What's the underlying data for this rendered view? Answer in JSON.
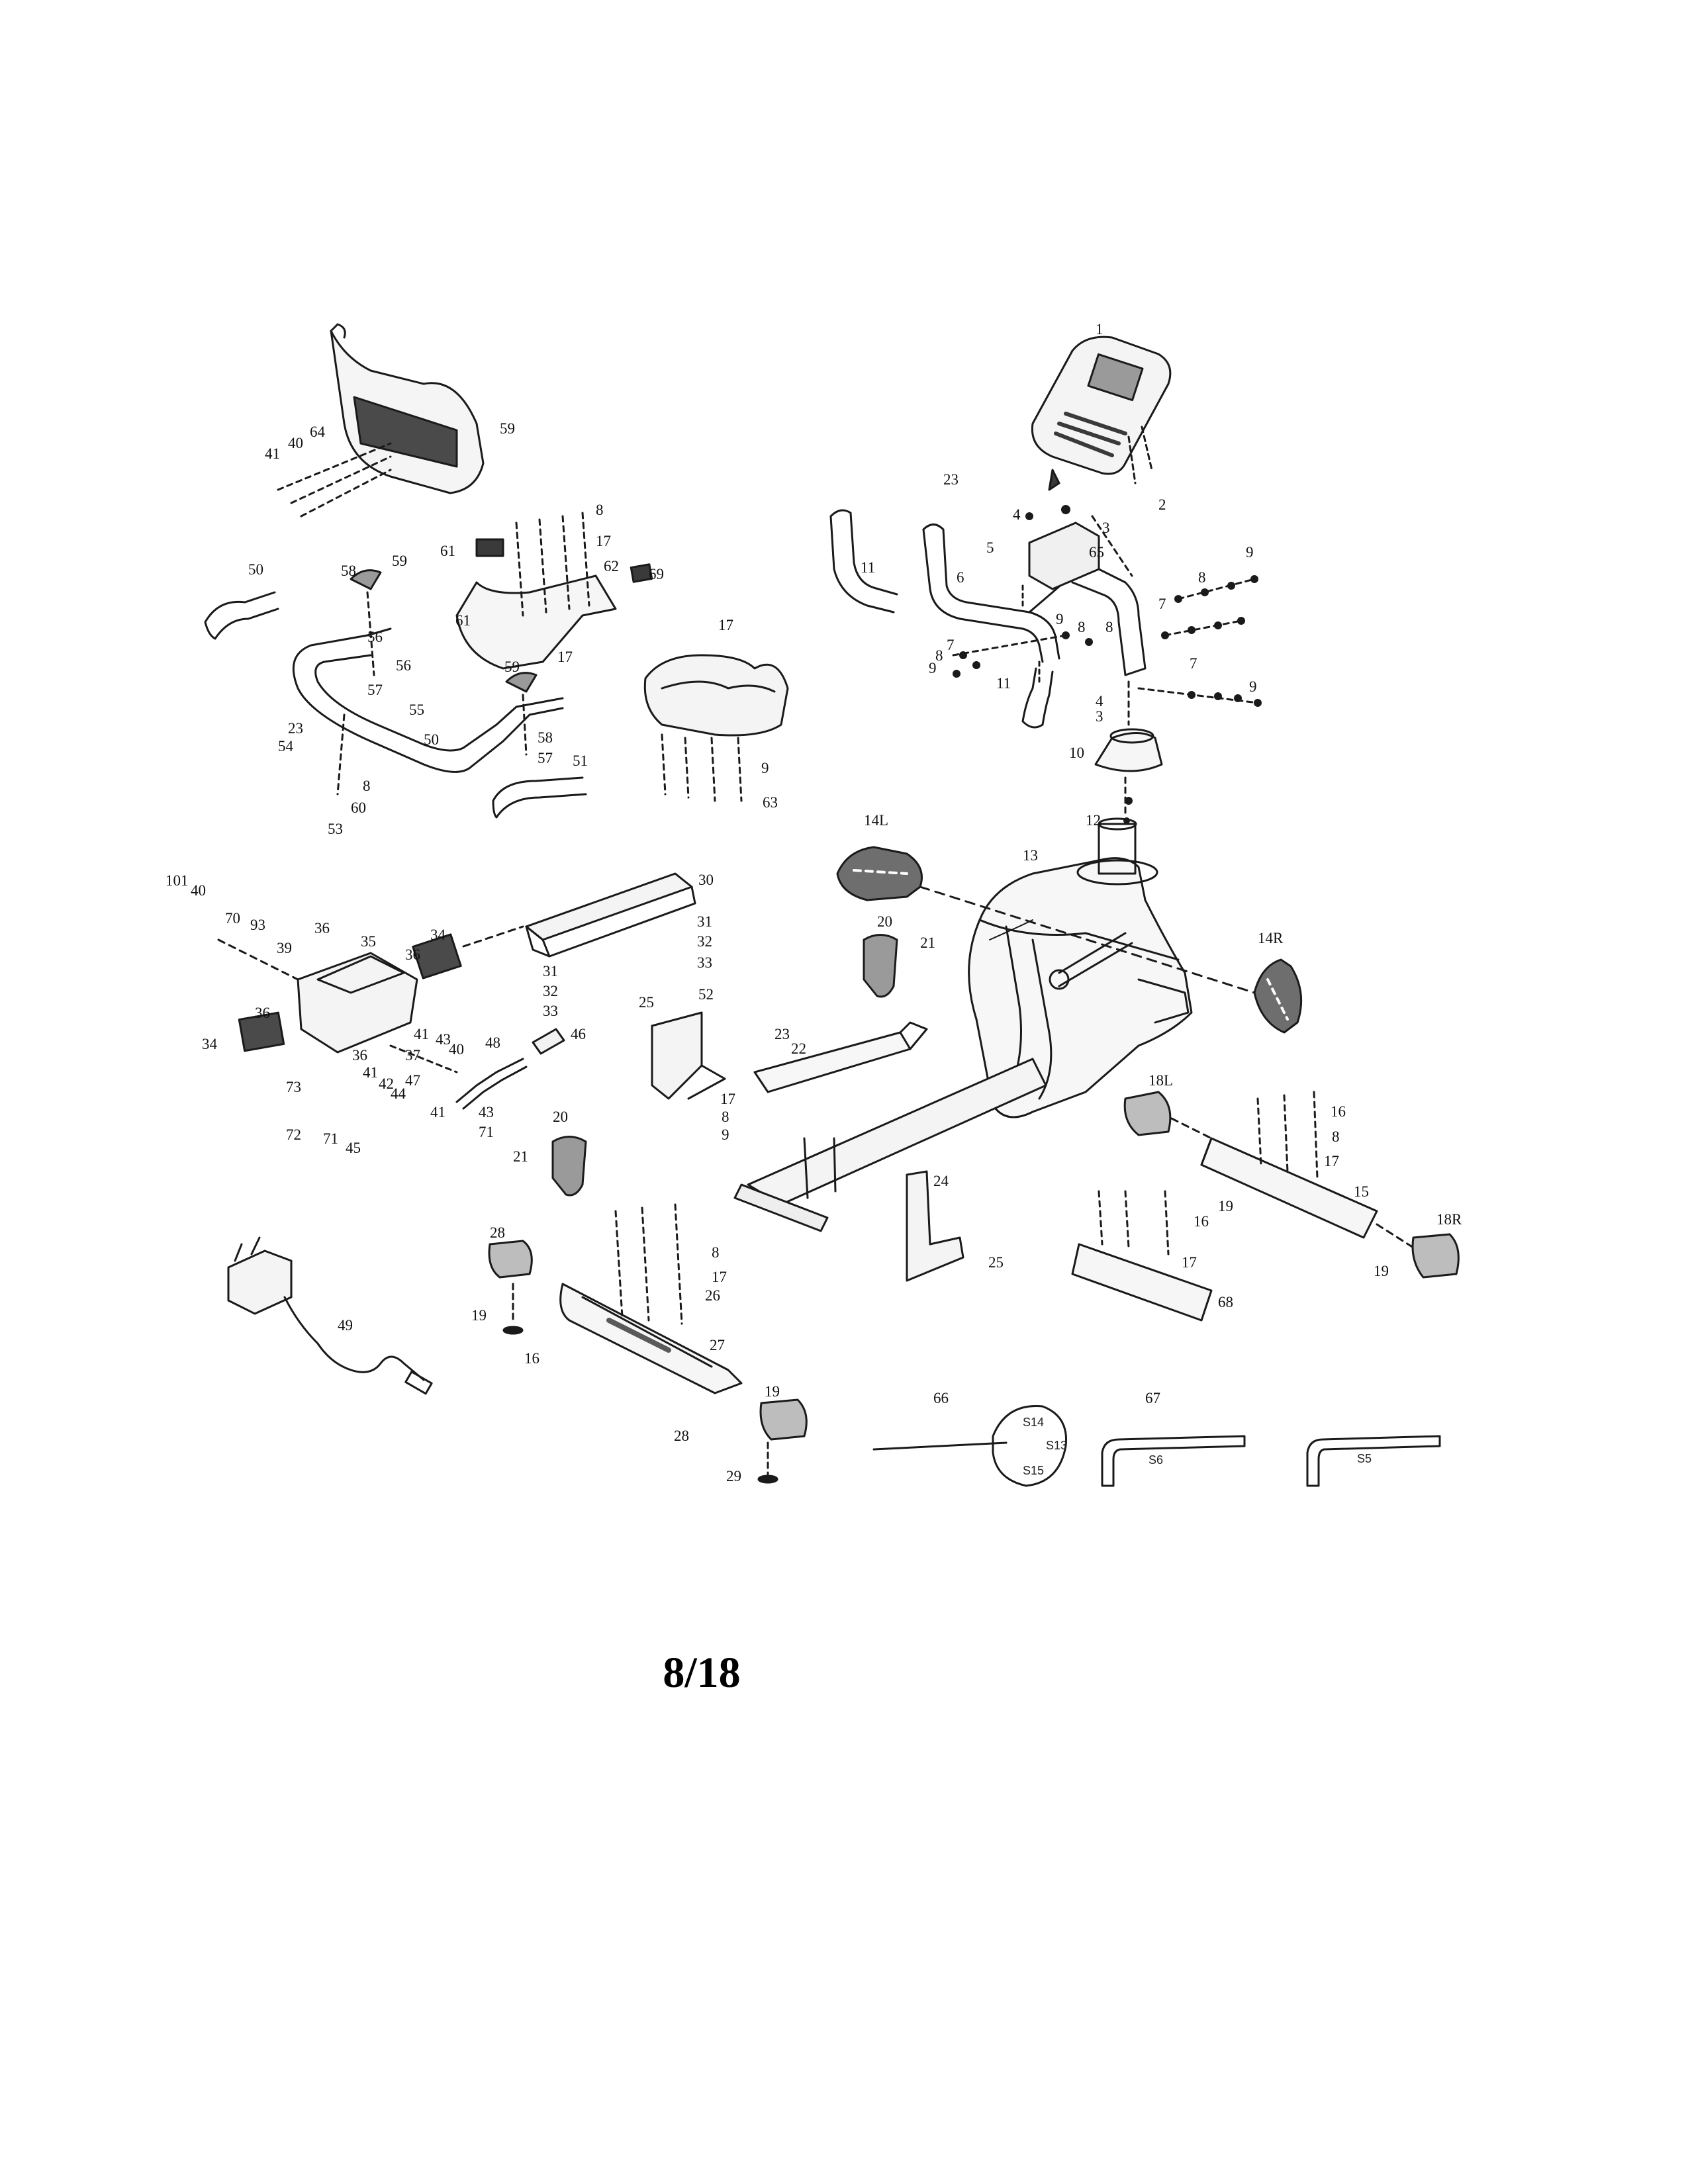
{
  "page": {
    "number": "8/18"
  },
  "colors": {
    "ink": "#1a1a1a",
    "paper": "#ffffff",
    "fill_dark": "#3a3a3a",
    "fill_mid": "#8a8a8a"
  },
  "part_labels": [
    "1",
    "2",
    "3",
    "3",
    "4",
    "4",
    "5",
    "6",
    "7",
    "7",
    "7",
    "8",
    "8",
    "8",
    "8",
    "9",
    "9",
    "9",
    "9",
    "10",
    "11",
    "11",
    "12",
    "13",
    "14L",
    "14R",
    "16",
    "17",
    "8",
    "15",
    "18L",
    "18R",
    "16",
    "17",
    "19",
    "19",
    "68",
    "20",
    "21",
    "20",
    "21",
    "22",
    "23",
    "24",
    "25",
    "17",
    "8",
    "9",
    "25",
    "52",
    "30",
    "31",
    "32",
    "33",
    "31",
    "32",
    "33",
    "34",
    "34",
    "35",
    "36",
    "36",
    "36",
    "36",
    "37",
    "39",
    "70",
    "93",
    "101",
    "40",
    "41",
    "43",
    "40",
    "41",
    "42",
    "44",
    "47",
    "48",
    "46",
    "41",
    "43",
    "71",
    "73",
    "72",
    "71",
    "45",
    "28",
    "19",
    "16",
    "8",
    "17",
    "26",
    "27",
    "19",
    "28",
    "29",
    "49",
    "50",
    "50",
    "51",
    "53",
    "23",
    "54",
    "55",
    "56",
    "57",
    "56",
    "57",
    "58",
    "58",
    "59",
    "59",
    "17",
    "8",
    "60",
    "61",
    "61",
    "69",
    "8",
    "17",
    "62",
    "17",
    "9",
    "63",
    "41",
    "40",
    "64",
    "59",
    "23",
    "65",
    "66",
    "67"
  ],
  "tool_labels": {
    "wrench_65": [
      "S14",
      "S13",
      "S15"
    ],
    "hex_key_66": "S6",
    "hex_key_67": "S5"
  }
}
